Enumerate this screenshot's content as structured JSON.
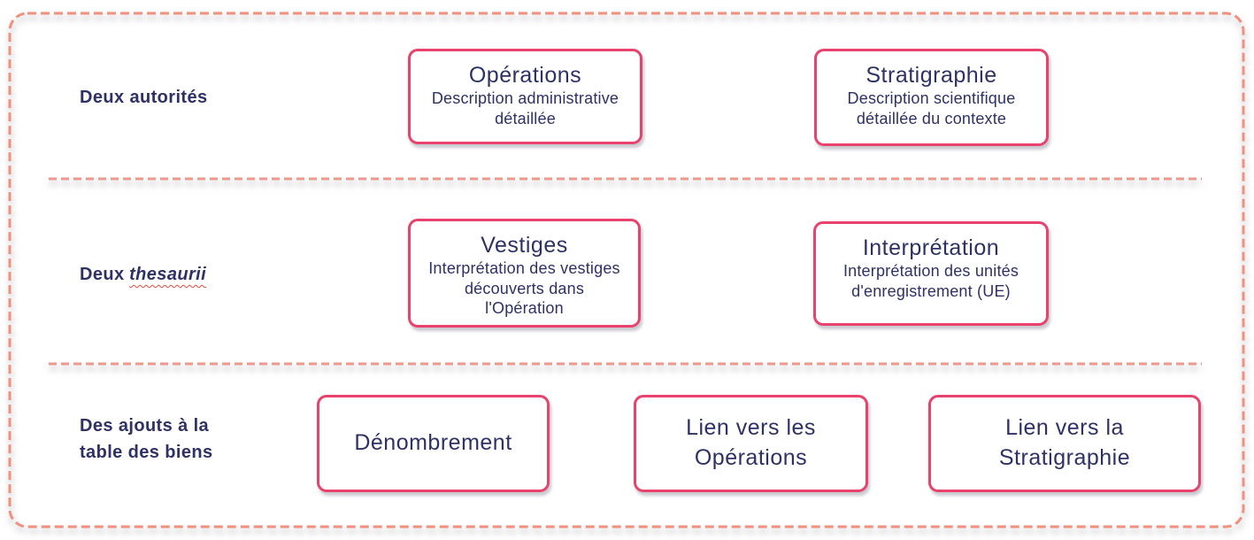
{
  "diagram": {
    "colors": {
      "text_navy": "#2E3166",
      "box_border_pink": "#E8426D",
      "frame_dash_salmon": "#F0907E",
      "separator_dash_salmon": "#ED9A8E",
      "background": "#FFFFFF",
      "spellcheck_squiggle": "#E04B3B"
    },
    "rows": [
      {
        "label": "Deux autorités",
        "boxes": [
          {
            "title": "Opérations",
            "subtitle": "Description administrative détaillée"
          },
          {
            "title": "Stratigraphie",
            "subtitle": "Description scientifique détaillée du contexte"
          }
        ]
      },
      {
        "label_regular": "Deux",
        "label_italic": "thesaurii",
        "boxes": [
          {
            "title": "Vestiges",
            "subtitle": "Interprétation des vestiges découverts dans l'Opération"
          },
          {
            "title": "Interprétation",
            "subtitle": "Interprétation des unités d'enregistrement (UE)"
          }
        ]
      },
      {
        "label": "Des ajouts à la table des biens",
        "boxes": [
          {
            "title": "Dénombrement"
          },
          {
            "title": "Lien vers les Opérations"
          },
          {
            "title": "Lien vers la Stratigraphie"
          }
        ]
      }
    ]
  }
}
